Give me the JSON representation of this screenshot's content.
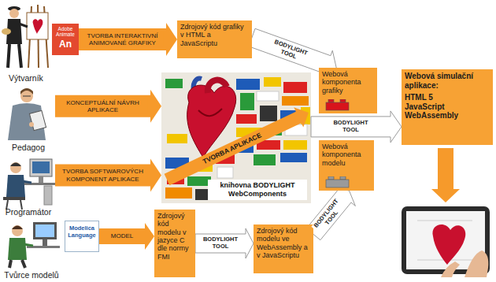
{
  "diagram": {
    "nodes": [
      {
        "text": [
          "Výtvarník"
        ]
      },
      {
        "text": [
          "Adobe Animate",
          "An"
        ]
      },
      {
        "text": [
          "Zdrojový kód grafiky v HTML a JavaScriptu"
        ]
      },
      {
        "text": [
          "Webová komponenta grafiky"
        ]
      },
      {
        "text": [
          "Webová simulační aplikace:",
          "HTML 5 JavaScript WebAssembly"
        ]
      },
      {
        "text": [
          "Pedagog"
        ]
      },
      {
        "text": [
          "knihovna BODYLIGHT WebComponents"
        ]
      },
      {
        "text": [
          "Programátor"
        ]
      },
      {
        "text": [
          "Webová komponenta modelu"
        ]
      },
      {
        "text": [
          "Tvůrce modelů"
        ]
      },
      {
        "text": [
          "Modelica Language"
        ]
      },
      {
        "text": [
          "Zdrojový kód modelu v jazyce C dle normy FMI"
        ]
      },
      {
        "text": [
          "Zdrojový kód modelu ve WebAssembly a v JavaScriptu"
        ]
      }
    ],
    "edges": [
      {
        "from": 1,
        "to": 2,
        "label": "TVORBA INTERAKTIVNÍ ANIMOVANÉ GRAFIKY",
        "arrow": "to"
      },
      {
        "from": 2,
        "to": 3,
        "label": "BODYLIGHT TOOL",
        "arrow": "to"
      },
      {
        "from": 5,
        "to": 6,
        "label": "KONCEPTUÁLNÍ NÁVRH APLIKACE",
        "arrow": "to"
      },
      {
        "from": 7,
        "to": 6,
        "label": "TVORBA SOFTWAROVÝCH KOMPONENT APLIKACE",
        "arrow": "to"
      },
      {
        "from": 6,
        "to": 4,
        "label": "BODYLIGHT TOOL",
        "arrow": "to"
      },
      {
        "from": 10,
        "to": 11,
        "label": "MODEL",
        "arrow": "to"
      },
      {
        "from": 11,
        "to": 12,
        "label": "BODYLIGHT TOOL",
        "arrow": "to"
      },
      {
        "from": 12,
        "to": 8,
        "label": "BODYLIGHT TOOL",
        "arrow": "to"
      }
    ],
    "labels": [
      "TVORBA APLIKACE"
    ]
  }
}
